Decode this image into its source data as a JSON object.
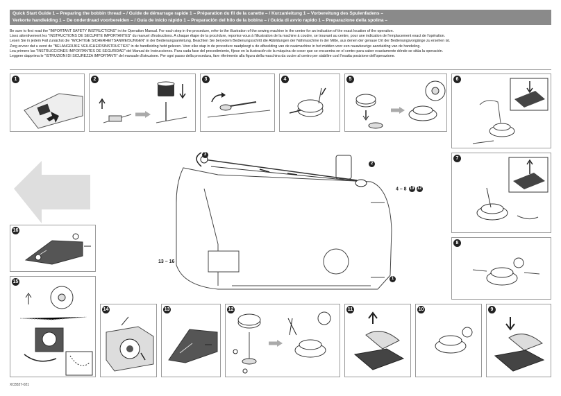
{
  "header": {
    "line1": "Quick Start Guide 1  – Preparing the bobbin thread – / Guide de démarrage rapide 1  – Préparation du fil de la canette – / Kurzanleitung 1 – Vorbereitung des Spulenfadens –",
    "line2": "Verkorte handleiding 1 – De onderdraad voorbereiden – / Guía de inicio rápido 1  – Preparación del hilo de la bobina – / Guida di avvio rapido 1 – Preparazione della spolina –"
  },
  "intro": [
    "Be sure to first read the \"IMPORTANT SAFETY INSTRUCTIONS\" in the Operation Manual. For each step in the procedure, refer to the illustration of the sewing machine in the center for an indication of the exact location of the operation.",
    "Lisez attentivement les \"INSTRUCTIONS DE SÉCURITÉ IMPORTANTES\" du manuel d'instructions. A chaque étape de la procédure, reportez-vous à l'illustration de la machine à coudre, se trouvant au centre, pour une indication de l'emplacement exact de l'opération.",
    "Lesen Sie in jedem Fall zunächst die \"WICHTIGE SICHERHEITSANWEISUNGEN\" in der Bedienungsanleitung. Beachten Sie bei jedem Bedienungsschritt die Abbildungen der Nähmaschine in der Mitte, aus denen der genaue Ort der Bedienungsvorgänge zu ersehen ist.",
    "Zorg ervoor dat u eerst de \"BELANGRIJKE VEILIGHEIDSINSTRUCTIES\" in de handleiding hebt gelezen. Voor elke stap in de procedure raadpleegt u de afbeelding van de naaimachine in het midden voor een nauwkeurige aanduiding van de handeling.",
    "Lea primero las \"INSTRUCCIONES IMPORTANTES DE SEGURIDAD\" del Manual de Instrucciones. Para cada fase del procedimiento, fíjese en la ilustración de la máquina de coser que se encuentra en el centro para saber exactamente dónde se sitúa la operación.",
    "Leggere dapprima le \"ISTRUZIONI DI SICUREZZA IMPORTANTI\" del manuale d'istruzione. Per ogni passo della procedura, fare riferimento alla figura della macchina da cucire al centro per stabilire così l'esatta posizione dell'operazione."
  ],
  "steps": {
    "s1": "1",
    "s2": "2",
    "s3": "3",
    "s4": "4",
    "s5": "5",
    "s6": "6",
    "s7": "7",
    "s8": "8",
    "s9": "9",
    "s10": "10",
    "s11": "11",
    "s12": "12",
    "s13": "13",
    "s14": "14",
    "s15": "15",
    "s16": "16"
  },
  "callouts": {
    "c3": "3",
    "c2": "2",
    "c4_8": "4 – 8",
    "c10": "10",
    "c12": "12",
    "c13_16": "13 – 16",
    "c1": "1"
  },
  "docnum": "XC8327-021"
}
